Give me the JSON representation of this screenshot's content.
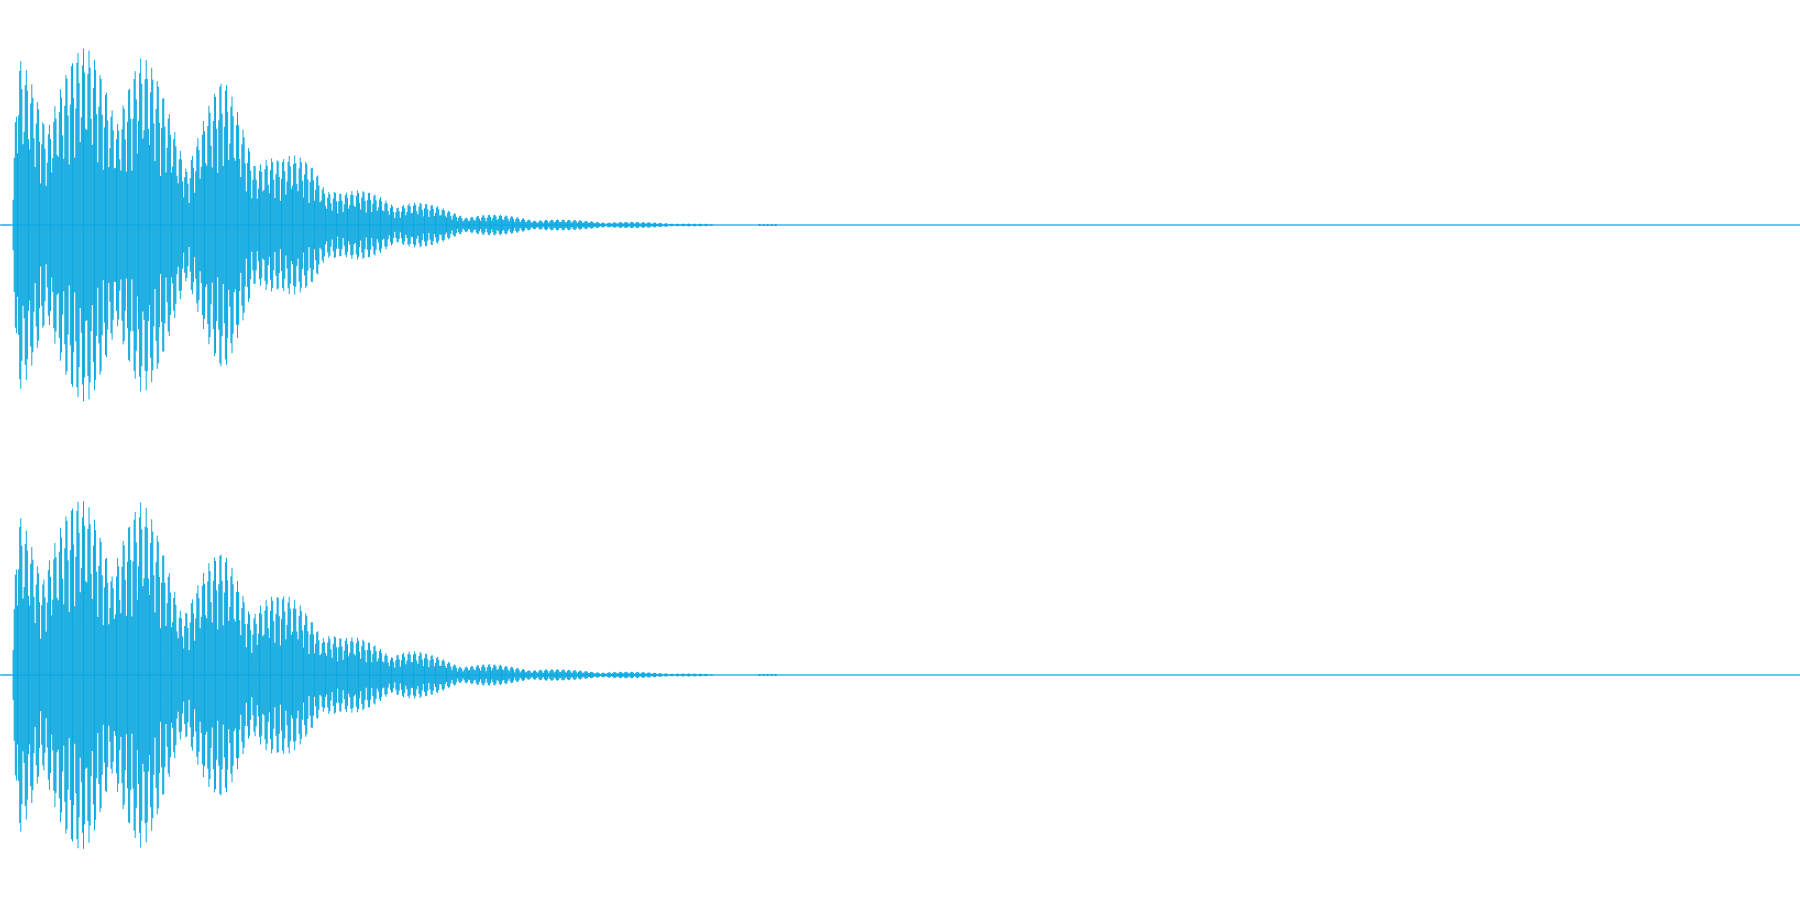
{
  "waveform": {
    "color": "#0aa8e0",
    "channels": [
      {
        "name": "",
        "envelope_peaks": [
          {
            "t": 0.0,
            "amp": 0.0
          },
          {
            "t": 0.003,
            "amp": 0.95
          },
          {
            "t": 0.025,
            "amp": 0.93
          },
          {
            "t": 0.045,
            "amp": 1.0
          },
          {
            "t": 0.072,
            "amp": 0.98
          },
          {
            "t": 0.098,
            "amp": 0.55
          },
          {
            "t": 0.118,
            "amp": 0.82
          },
          {
            "t": 0.15,
            "amp": 0.38
          },
          {
            "t": 0.17,
            "amp": 0.4
          },
          {
            "t": 0.185,
            "amp": 0.2
          },
          {
            "t": 0.212,
            "amp": 0.18
          },
          {
            "t": 0.232,
            "amp": 0.12
          },
          {
            "t": 0.255,
            "amp": 0.07
          },
          {
            "t": 0.282,
            "amp": 0.05
          },
          {
            "t": 0.31,
            "amp": 0.03
          },
          {
            "t": 0.34,
            "amp": 0.02
          },
          {
            "t": 0.37,
            "amp": 0.012
          },
          {
            "t": 0.39,
            "amp": 0.006
          },
          {
            "t": 0.398,
            "amp": 0.0
          }
        ]
      },
      {
        "name": "",
        "envelope_peaks": [
          {
            "t": 0.0,
            "amp": 0.0
          },
          {
            "t": 0.003,
            "amp": 0.95
          },
          {
            "t": 0.025,
            "amp": 0.93
          },
          {
            "t": 0.045,
            "amp": 1.0
          },
          {
            "t": 0.072,
            "amp": 0.98
          },
          {
            "t": 0.098,
            "amp": 0.55
          },
          {
            "t": 0.118,
            "amp": 0.7
          },
          {
            "t": 0.15,
            "amp": 0.45
          },
          {
            "t": 0.17,
            "amp": 0.4
          },
          {
            "t": 0.185,
            "amp": 0.22
          },
          {
            "t": 0.212,
            "amp": 0.18
          },
          {
            "t": 0.232,
            "amp": 0.12
          },
          {
            "t": 0.255,
            "amp": 0.07
          },
          {
            "t": 0.282,
            "amp": 0.05
          },
          {
            "t": 0.31,
            "amp": 0.03
          },
          {
            "t": 0.34,
            "amp": 0.02
          },
          {
            "t": 0.37,
            "amp": 0.012
          },
          {
            "t": 0.39,
            "amp": 0.006
          },
          {
            "t": 0.398,
            "amp": 0.0
          }
        ]
      }
    ]
  }
}
